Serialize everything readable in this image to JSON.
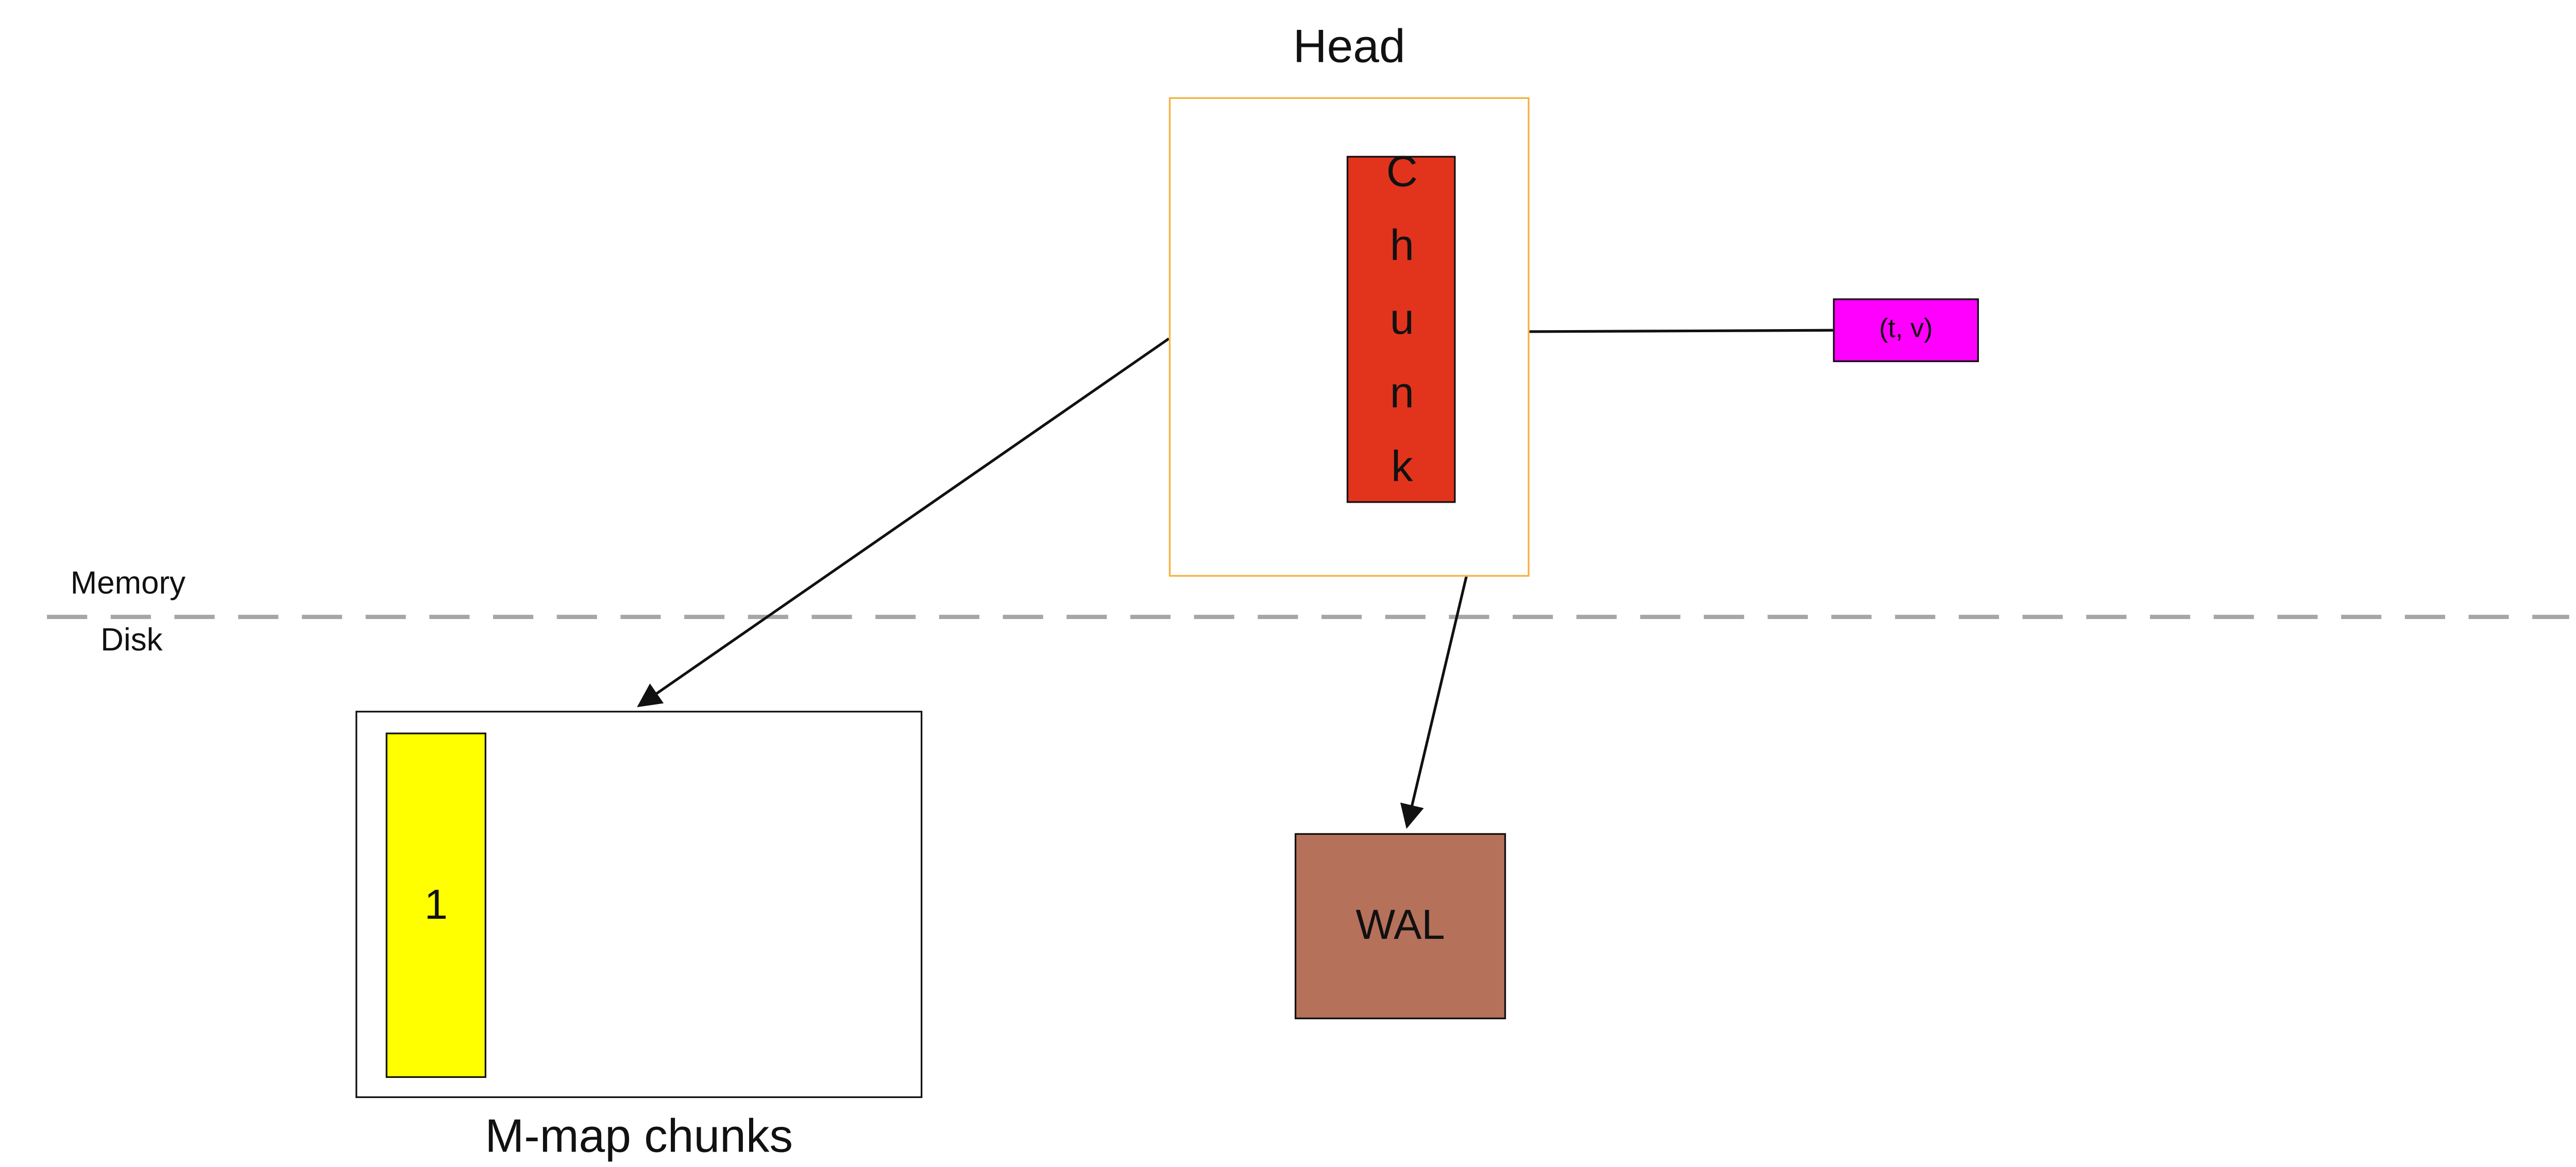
{
  "diagram": {
    "head": {
      "title": "Head",
      "chunk_label": "Chunk"
    },
    "sample": {
      "label": "(t, v)"
    },
    "separator": {
      "above_label": "Memory",
      "below_label": "Disk"
    },
    "mmap": {
      "title": "M-map chunks",
      "chunk_label": "1"
    },
    "wal": {
      "label": "WAL"
    },
    "colors": {
      "head_border": "#f5b041",
      "chunk_fill": "#e2341d",
      "sample_fill": "#ff00ff",
      "mmap_chunk_fill": "#ffff00",
      "wal_fill": "#b5715a",
      "separator_line": "#a6a6a6",
      "arrow": "#111111"
    }
  }
}
